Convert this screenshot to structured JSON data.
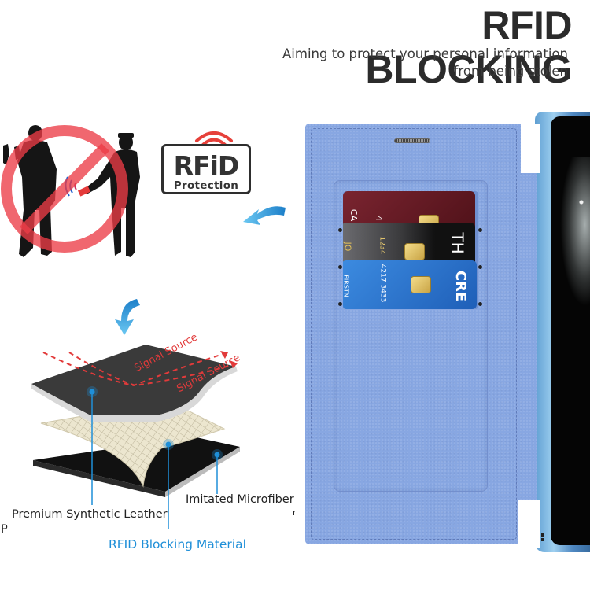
{
  "header": {
    "title": "RFID BLOCKING",
    "subtitle_line1": "Aiming to protect your personal information",
    "subtitle_line2": "from being stolen"
  },
  "badge": {
    "big_text": "RFiD",
    "small_text": "Protection",
    "icon": "wifi-signal-icon"
  },
  "illustration": {
    "theft_scene": "no-skimming-icon",
    "arrow_to_badge": "curved-arrow-icon",
    "arrow_to_layers": "curved-arrow-down-icon"
  },
  "layers": {
    "signal_label_1": "Signal Source",
    "signal_label_2": "Signal Source",
    "label_top": "Premium Synthetic Leather",
    "label_middle": "RFID Blocking Material",
    "label_bottom": "Imitated Microfiber",
    "stray_left": "P",
    "stray_right": "r"
  },
  "cards": [
    {
      "color": "#6a1e28",
      "text": "CA",
      "digits": "4"
    },
    {
      "color": "#1a1a1a",
      "text": "TH",
      "digits": "1234",
      "name": "JO"
    },
    {
      "color": "#2f78d4",
      "text": "CRE",
      "digits": "4217 3433",
      "name": "FIRSTN"
    }
  ],
  "colors": {
    "case": "#88a7e2",
    "accent_blue": "#1f8fd8",
    "signal_red": "#e23a3a",
    "text_dark": "#2b2b2b"
  }
}
